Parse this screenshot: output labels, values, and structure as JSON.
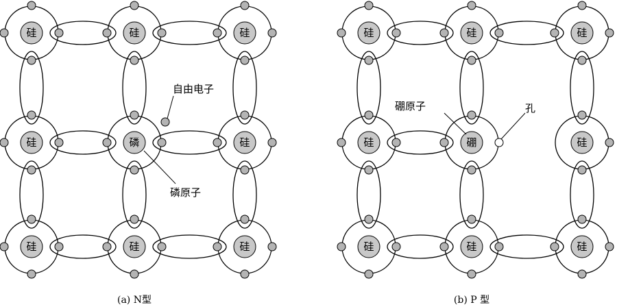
{
  "n_panel": {
    "caption": "(a) N型",
    "atom_labels": {
      "r0c0": "硅",
      "r0c1": "硅",
      "r0c2": "硅",
      "r1c0": "硅",
      "r1c1": "磷",
      "r1c2": "硅",
      "r2c0": "硅",
      "r2c1": "硅",
      "r2c2": "硅"
    },
    "free_electron_label": "自由电子",
    "phosphorus_label": "磷原子"
  },
  "p_panel": {
    "caption": "(b) P 型",
    "atom_labels": {
      "r0c0": "硅",
      "r0c1": "硅",
      "r0c2": "硅",
      "r1c0": "硅",
      "r1c1": "硼",
      "r1c2": "硅",
      "r2c0": "硅",
      "r2c1": "硅",
      "r2c2": "硅"
    },
    "boron_label": "硼原子",
    "hole_label": "孔"
  },
  "colors": {
    "nucleus_fill": "#c8c8c8",
    "electron_fill": "#b4b4b4",
    "hole_fill": "#ffffff",
    "stroke": "#000000"
  }
}
